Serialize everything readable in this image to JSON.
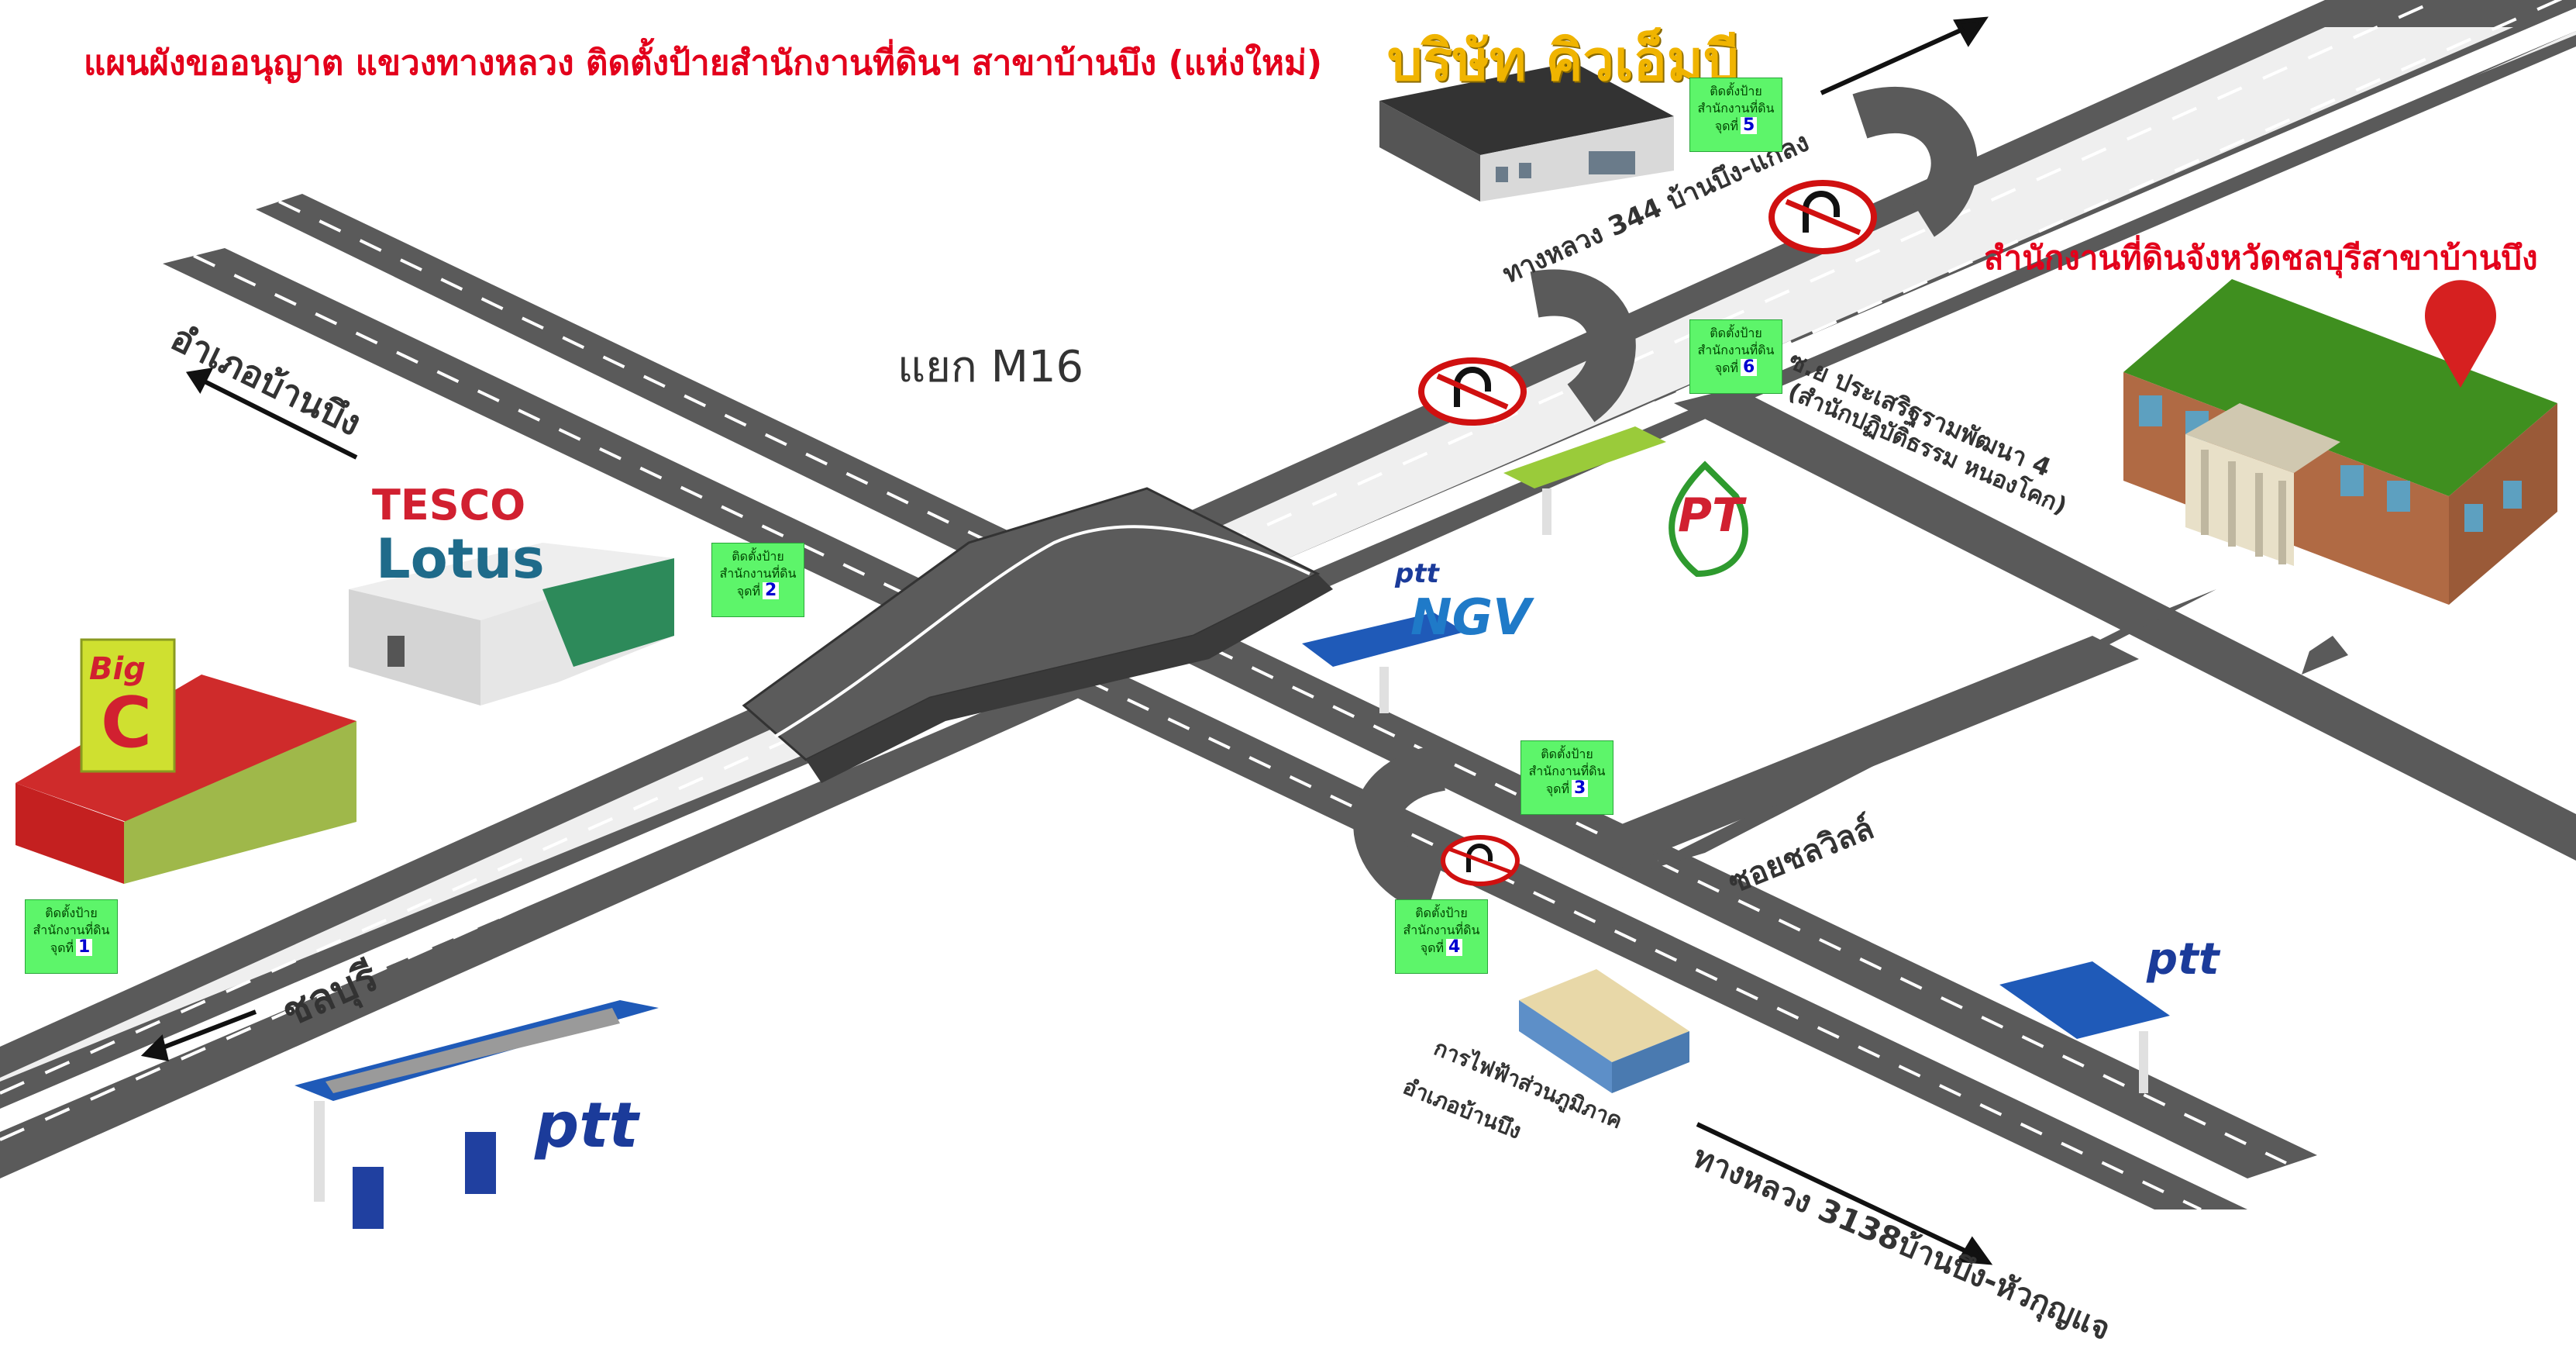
{
  "title": "แผนผังขออนุญาต แขวงทางหลวง ติดตั้งป้ายสำนักงานที่ดินฯ สาขาบ้านบึง (แห่งใหม่)",
  "company_label": "บริษัท คิวเอ็มบี",
  "junction_label": "แยก M16",
  "office_label": "สำนักงานที่ดินจังหวัดชลบุรีสาขาบ้านบึง",
  "roads": {
    "to_banbueng_district": "อำเภอบ้านบึง",
    "to_chonburi": "ชลบุรี",
    "hwy344": "ทางหลวง 344 บ้านบึง-แกลง",
    "hwy3138": "ทางหลวง 3138บ้านบึง-หัวกุญแจ",
    "soi_prasert": "ซ.ย ประเสริฐรามพัฒนา 4",
    "soi_prasert_sub": "(สำนักปฏิบัติธรรม หนองโคก)",
    "soi_chonwilla": "ซอยชลวิลล์",
    "pea": "การไฟฟ้าส่วนภูมิภาค",
    "pea_sub": "อำเภอบ้านบึง"
  },
  "signs": [
    {
      "line1": "ติดตั้งป้าย",
      "line2": "สำนักงานที่ดิน",
      "line3": "จุดที่",
      "num": "1"
    },
    {
      "line1": "ติดตั้งป้าย",
      "line2": "สำนักงานที่ดิน",
      "line3": "จุดที่",
      "num": "2"
    },
    {
      "line1": "ติดตั้งป้าย",
      "line2": "สำนักงานที่ดิน",
      "line3": "จุดที่",
      "num": "3"
    },
    {
      "line1": "ติดตั้งป้าย",
      "line2": "สำนักงานที่ดิน",
      "line3": "จุดที่",
      "num": "4"
    },
    {
      "line1": "ติดตั้งป้าย",
      "line2": "สำนักงานที่ดิน",
      "line3": "จุดที่",
      "num": "5"
    },
    {
      "line1": "ติดตั้งป้าย",
      "line2": "สำนักงานที่ดิน",
      "line3": "จุดที่",
      "num": "6"
    }
  ],
  "brands": {
    "tesco": "TESCO",
    "lotus": "Lotus",
    "bigc_big": "Big",
    "bigc_c": "C",
    "ptt": "ptt",
    "ngv": "NGV",
    "pt": "PT"
  },
  "colors": {
    "road": "#5a5a5a",
    "road_line": "#ffffff",
    "title_red": "#e3001b",
    "sign_green": "#5df56a",
    "roof_green": "#3f8f1f",
    "brick": "#b06a44",
    "ptt_blue": "#1b3b9a"
  },
  "icons": [
    "u-turn-sign-icon",
    "location-pin-icon",
    "direction-arrow-icon",
    "gas-station-icon"
  ]
}
